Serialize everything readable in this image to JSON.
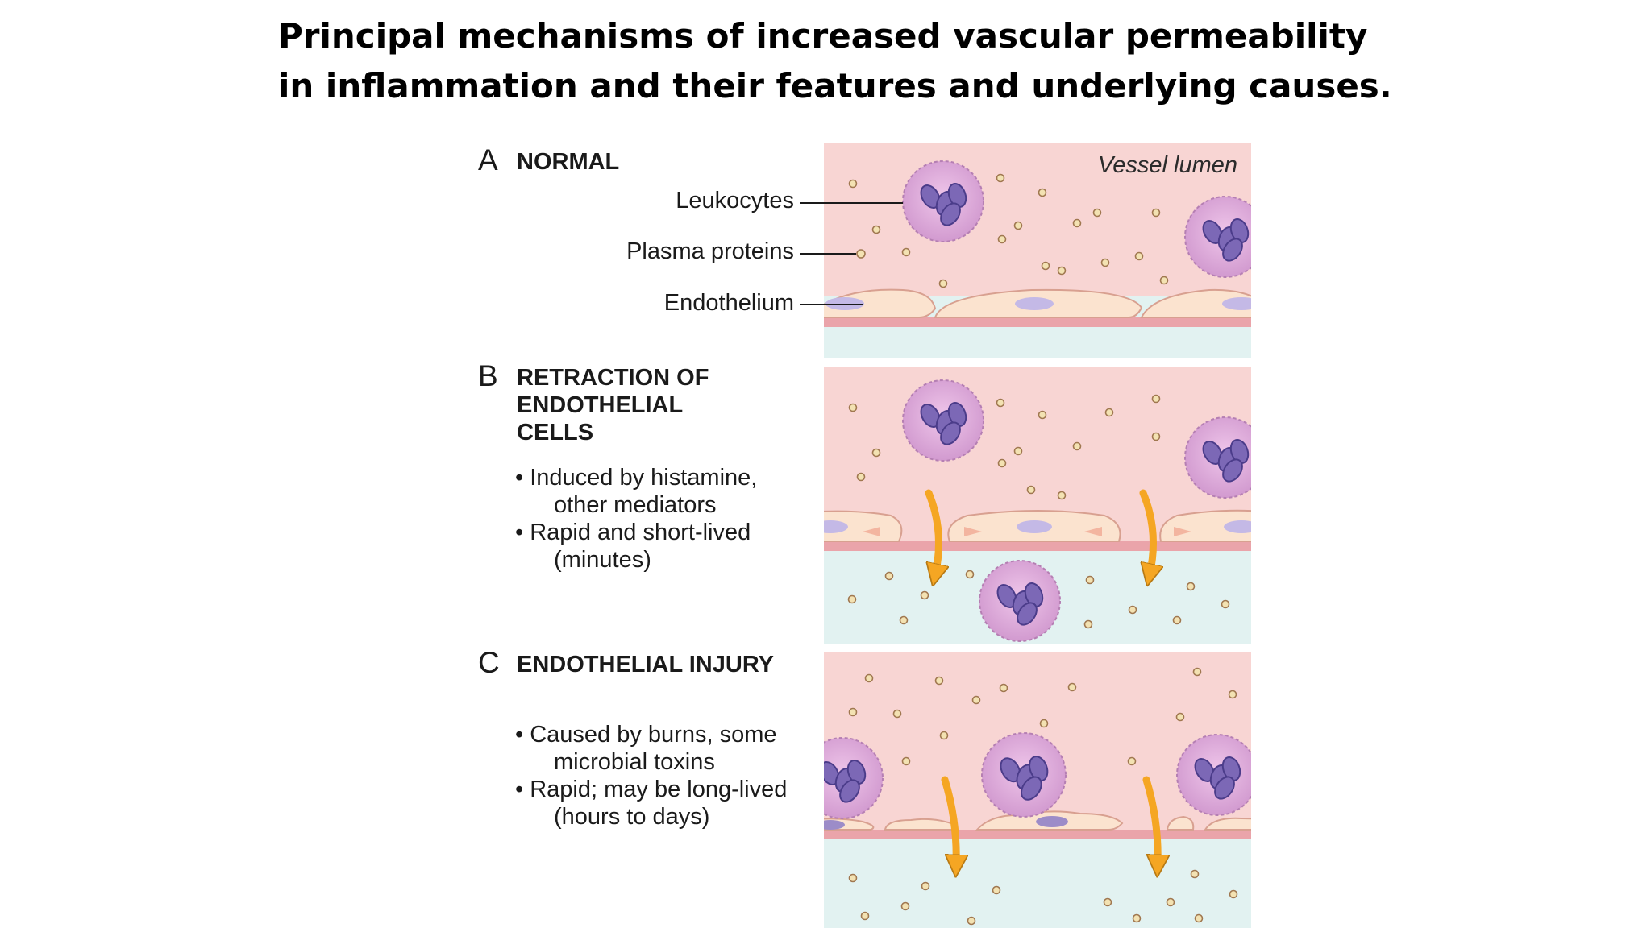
{
  "title": "Principal mechanisms of increased vascular permeability in inflammation and their features and underlying causes.",
  "colors": {
    "lumen": "#f8d5d3",
    "extravascular": "#e2f2f1",
    "endothelium": "#fbe3cf",
    "endothelium_border": "#d8a090",
    "basement_membrane": "#e89aa2",
    "nucleus_light": "#c4b9e6",
    "leukocyte": "#d9a4d6",
    "leukocyte_nucleus": "#7c68b6",
    "protein": "#f3e2b2",
    "arrow": "#f5a623"
  },
  "panel_a": {
    "letter": "A",
    "heading": "NORMAL",
    "lumen_label": "Vessel lumen",
    "callouts": {
      "leukocytes": "Leukocytes",
      "plasma_proteins": "Plasma proteins",
      "endothelium": "Endothelium"
    }
  },
  "panel_b": {
    "letter": "B",
    "heading_lines": [
      "RETRACTION OF",
      "ENDOTHELIAL",
      "CELLS"
    ],
    "bullets": [
      {
        "line1": "• Induced by histamine,",
        "line2": "other mediators"
      },
      {
        "line1": "• Rapid and short-lived",
        "line2": "(minutes)"
      }
    ]
  },
  "panel_c": {
    "letter": "C",
    "heading": "ENDOTHELIAL INJURY",
    "bullets": [
      {
        "line1": "• Caused by burns, some",
        "line2": "microbial toxins"
      },
      {
        "line1": "• Rapid; may be long-lived",
        "line2": "(hours to days)"
      }
    ]
  }
}
